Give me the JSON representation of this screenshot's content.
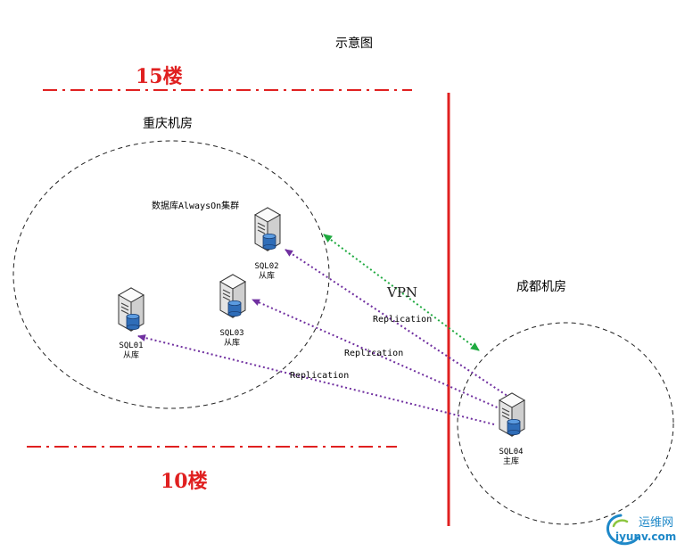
{
  "title": "示意图",
  "floor_top": "15楼",
  "floor_bottom": "10楼",
  "room_left": "重庆机房",
  "room_right": "成都机房",
  "cluster_label": "数据库AlwaysOn集群",
  "vpn_label": "VPN",
  "replication_label": "Replication",
  "servers": [
    {
      "name": "SQL02",
      "role": "从库"
    },
    {
      "name": "SQL03",
      "role": "从库"
    },
    {
      "name": "SQL01",
      "role": "从库"
    },
    {
      "name": "SQL04",
      "role": "主库"
    }
  ],
  "watermark": {
    "cn": "运维网",
    "url": "iyunv.com"
  },
  "colors": {
    "floor_line": "#e02020",
    "replication": "#7030a0",
    "vpn": "#1faa40",
    "divider": "#e02020"
  }
}
